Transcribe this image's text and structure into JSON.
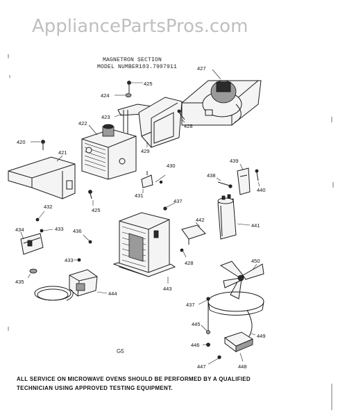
{
  "watermark": "AppliancePartsPros.com",
  "header": {
    "section": "MAGNETRON SECTION",
    "model": "MODEL NUMBER103.7907911"
  },
  "callouts": [
    {
      "id": "427",
      "label": "427"
    },
    {
      "id": "425a",
      "label": "425"
    },
    {
      "id": "424",
      "label": "424"
    },
    {
      "id": "423",
      "label": "423"
    },
    {
      "id": "422",
      "label": "422"
    },
    {
      "id": "428a",
      "label": "428"
    },
    {
      "id": "429",
      "label": "429"
    },
    {
      "id": "420",
      "label": "420"
    },
    {
      "id": "421",
      "label": "421"
    },
    {
      "id": "430",
      "label": "430"
    },
    {
      "id": "431",
      "label": "431"
    },
    {
      "id": "439",
      "label": "439"
    },
    {
      "id": "438",
      "label": "438"
    },
    {
      "id": "440",
      "label": "440"
    },
    {
      "id": "425b",
      "label": "425"
    },
    {
      "id": "437a",
      "label": "437"
    },
    {
      "id": "432",
      "label": "432"
    },
    {
      "id": "434",
      "label": "434"
    },
    {
      "id": "433a",
      "label": "433"
    },
    {
      "id": "436",
      "label": "436"
    },
    {
      "id": "442",
      "label": "442"
    },
    {
      "id": "441",
      "label": "441"
    },
    {
      "id": "433b",
      "label": "433"
    },
    {
      "id": "428b",
      "label": "428"
    },
    {
      "id": "450",
      "label": "450"
    },
    {
      "id": "435",
      "label": "435"
    },
    {
      "id": "444",
      "label": "444"
    },
    {
      "id": "443",
      "label": "443"
    },
    {
      "id": "437b",
      "label": "437"
    },
    {
      "id": "445",
      "label": "445"
    },
    {
      "id": "449",
      "label": "449"
    },
    {
      "id": "446",
      "label": "446"
    },
    {
      "id": "447",
      "label": "447"
    },
    {
      "id": "448",
      "label": "448"
    }
  ],
  "figure_code": "G5",
  "footer": {
    "line1": "ALL SERVICE ON MICROWAVE OVENS SHOULD BE PERFORMED BY A QUALIFIED",
    "line2": "TECHNICIAN USING APPROVED TESTING EQUIPMENT."
  }
}
